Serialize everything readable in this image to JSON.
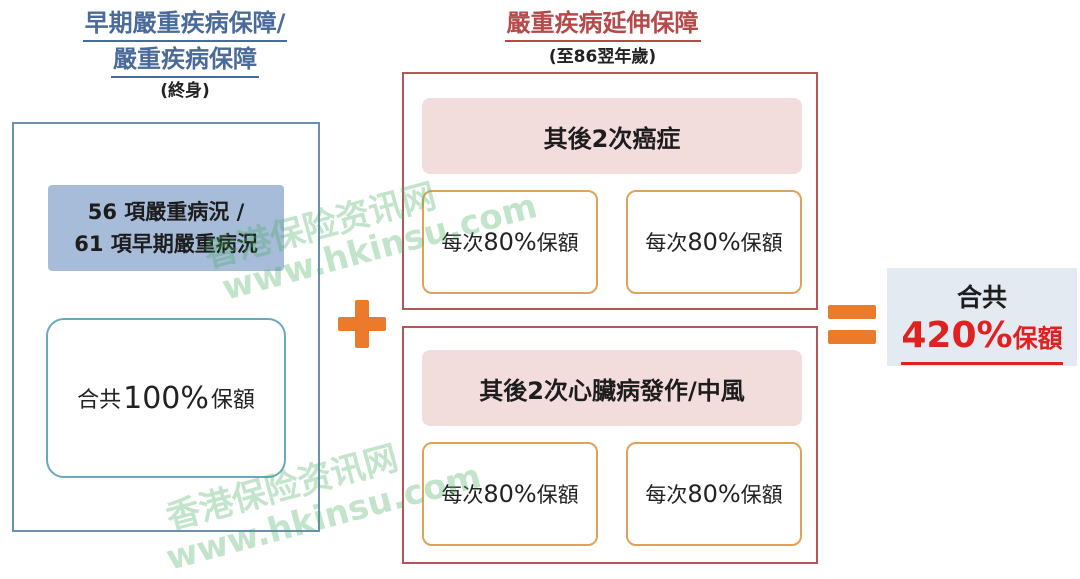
{
  "left": {
    "title_line1": "早期嚴重疾病保障/",
    "title_line2": "嚴重疾病保障",
    "subtitle": "(終身)",
    "blue_line1": "56 項嚴重病況 /",
    "blue_line2": "61 項早期嚴重病況",
    "total_prefix": "合共",
    "total_number": "100%",
    "total_suffix": " 保額"
  },
  "middle": {
    "title": "嚴重疾病延伸保障",
    "subtitle": "(至86翌年歲)",
    "groups": [
      {
        "header": "其後2次癌症",
        "boxes": [
          {
            "prefix": "每次",
            "number": "80%",
            "suffix": "保額"
          },
          {
            "prefix": "每次",
            "number": "80%",
            "suffix": "保額"
          }
        ]
      },
      {
        "header": "其後2次心臟病發作/中風",
        "boxes": [
          {
            "prefix": "每次",
            "number": "80%",
            "suffix": "保額"
          },
          {
            "prefix": "每次",
            "number": "80%",
            "suffix": "保額"
          }
        ]
      }
    ]
  },
  "operators": {
    "plus": "+",
    "equals": "="
  },
  "total": {
    "label": "合共",
    "number": "420%",
    "suffix": "保額"
  },
  "watermark": {
    "line1": "香港保险资讯网",
    "line2": "www.hkinsu.com"
  },
  "colors": {
    "left_accent": "#4a6b9a",
    "middle_accent": "#b44a4a",
    "operator": "#ec7a2b",
    "total_value": "#e0211f"
  }
}
